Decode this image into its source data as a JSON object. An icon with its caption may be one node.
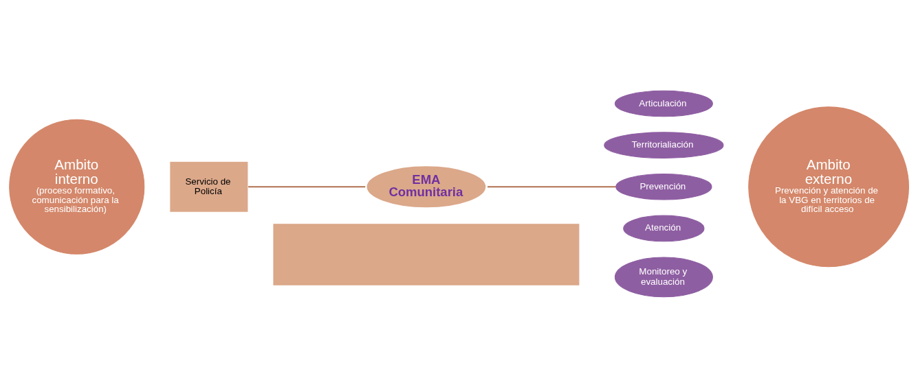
{
  "diagram": {
    "nodes": [
      {
        "text": [],
        "shape": "bar"
      },
      {
        "text": [
          "Ambito interno",
          "(proceso formativo, comunicación para la sensibilización)"
        ]
      },
      {
        "text": [
          "Servicio de Policía"
        ]
      },
      {
        "text": [
          "EMA Comunitaria"
        ]
      },
      {
        "text": [
          "Articulación"
        ]
      },
      {
        "text": [
          "Territorialiación"
        ]
      },
      {
        "text": [
          "Prevención"
        ]
      },
      {
        "text": [
          "Ambito externo",
          "Prevención y atención de la VBG en territorios de difícil acceso"
        ]
      },
      {
        "text": [
          "Atención"
        ]
      },
      {
        "text": [
          "Monitoreo y evaluación"
        ]
      }
    ],
    "edges": [
      {
        "from": 2,
        "to": 3,
        "arrow": "none"
      },
      {
        "from": 3,
        "to": 6,
        "arrow": "none"
      }
    ]
  }
}
